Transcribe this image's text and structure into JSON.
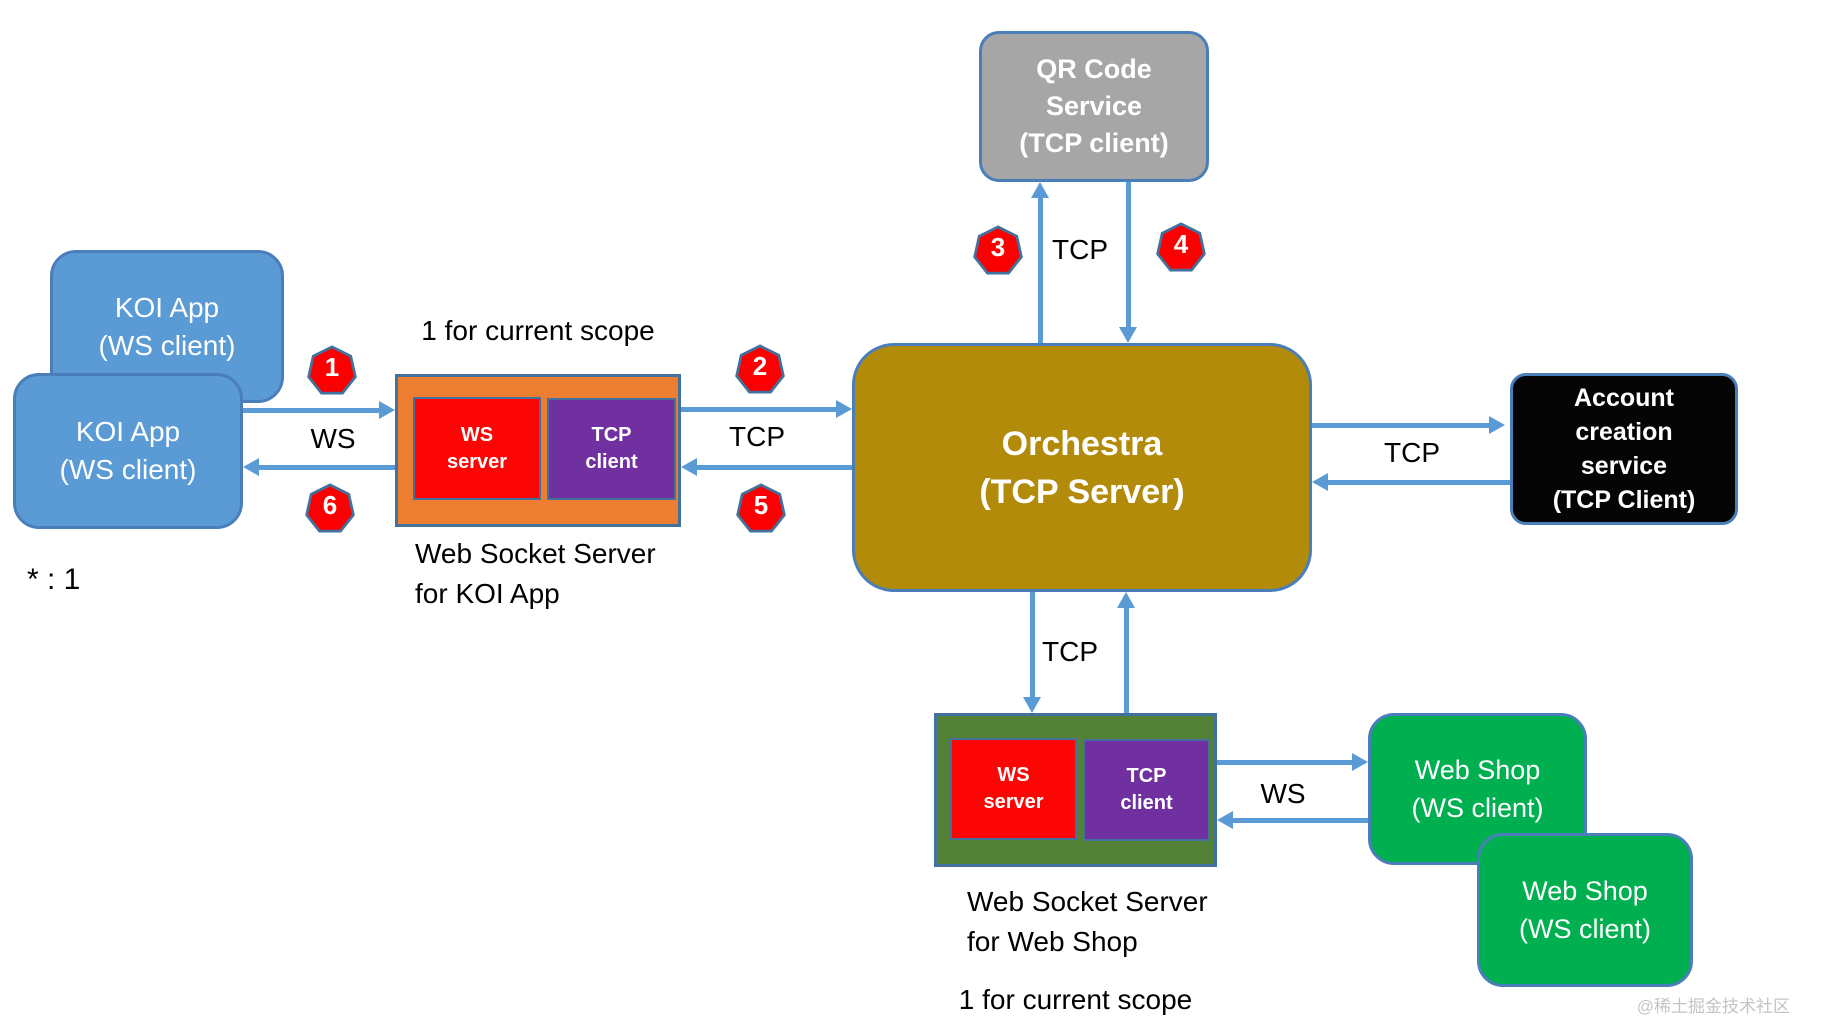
{
  "colors": {
    "arrow": "#5B9BD5",
    "node-border": "#4A7EBB",
    "rect-border": "#41719C",
    "blue": "#5B9BD5",
    "orange": "#ED7D31",
    "red": "#FB0505",
    "purple": "#7030A0",
    "gold": "#B28B0B",
    "gray": "#A6A6A6",
    "black-node": "#050505",
    "green-dark": "#538135",
    "green": "#00B050",
    "badge-red": "#FB0000",
    "label": "#000000",
    "watermark": "#C4C4C4"
  },
  "nodes": {
    "koi_app_back": {
      "line1": "KOI App",
      "line2": "(WS client)"
    },
    "koi_app_front": {
      "line1": "KOI App",
      "line2": "(WS client)"
    },
    "qr_service": {
      "line1": "QR Code",
      "line2": "Service",
      "line3": "(TCP client)"
    },
    "orchestra": {
      "line1": "Orchestra",
      "line2": "(TCP Server)"
    },
    "account_service": {
      "line1": "Account",
      "line2": "creation",
      "line3": "service",
      "line4": "(TCP Client)"
    },
    "web_shop_front": {
      "line1": "Web Shop",
      "line2": "(WS client)"
    },
    "web_shop_back": {
      "line1": "Web Shop",
      "line2": "(WS client)"
    },
    "ws_server_koi": {
      "ws_server": {
        "line1": "WS",
        "line2": "server"
      },
      "tcp_client": {
        "line1": "TCP",
        "line2": "client"
      }
    },
    "ws_server_shop": {
      "ws_server": {
        "line1": "WS",
        "line2": "server"
      },
      "tcp_client": {
        "line1": "TCP",
        "line2": "client"
      }
    }
  },
  "labels": {
    "scope_koi": "1 for current scope",
    "scope_shop": "1 for current scope",
    "caption_koi_line1": "Web Socket Server",
    "caption_koi_line2": "for KOI App",
    "caption_shop_line1": "Web Socket Server",
    "caption_shop_line2": "for Web Shop",
    "ws_left": "WS",
    "tcp_mid": "TCP",
    "tcp_top": "TCP",
    "tcp_right": "TCP",
    "tcp_bottom": "TCP",
    "ws_right": "WS",
    "cardinality": "* : 1"
  },
  "badges": [
    "1",
    "2",
    "3",
    "4",
    "5",
    "6"
  ],
  "watermark": "@稀土掘金技术社区"
}
